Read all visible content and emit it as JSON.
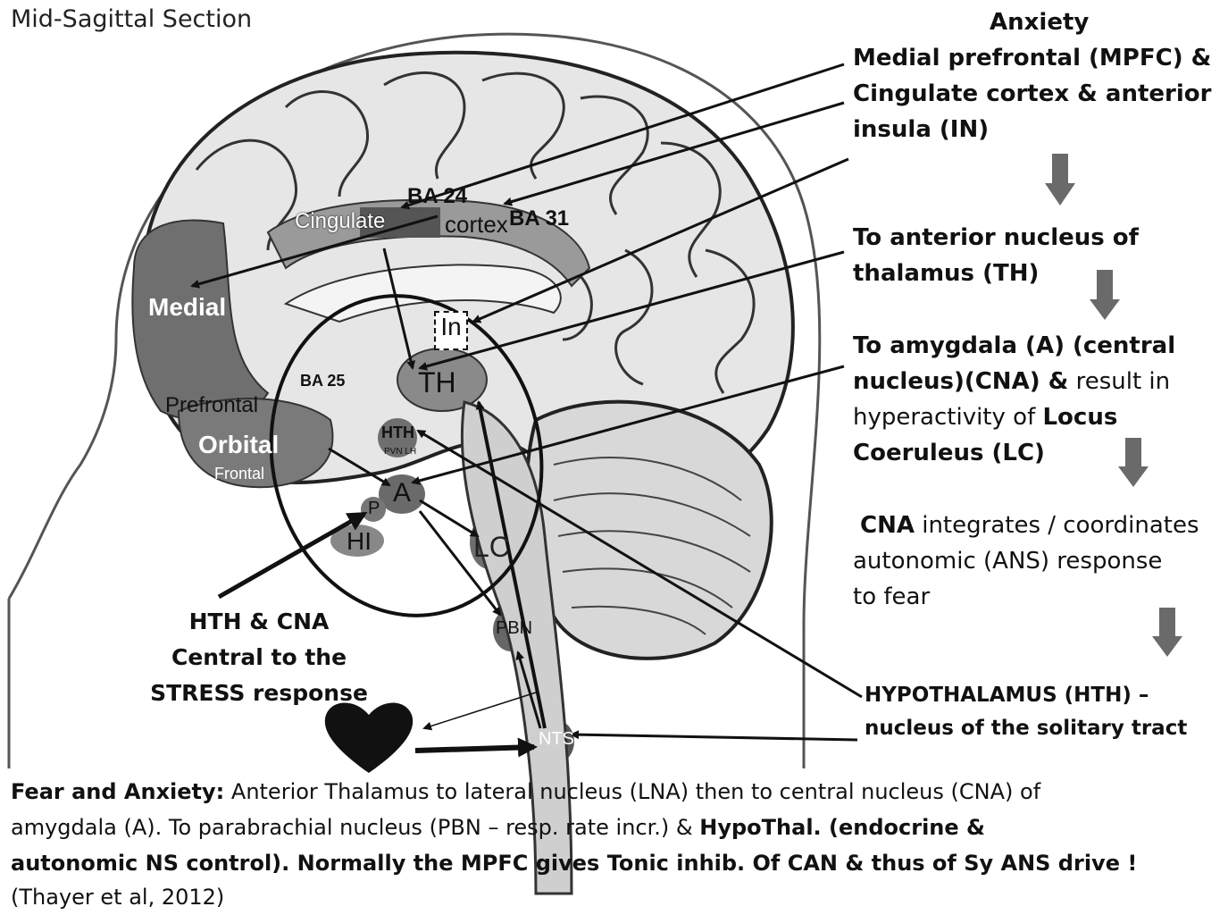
{
  "title": "Mid-Sagittal Section",
  "right_panel": {
    "heading": "Anxiety",
    "line1": "Medial prefrontal (MPFC)  &",
    "line2": "Cingulate cortex & anterior",
    "line3": "insula (IN)",
    "step2_line1": "To anterior nucleus of",
    "step2_line2": "thalamus (TH)",
    "step3_line1": "To amygdala (A)  (central",
    "step3_line2a": "nucleus)(CNA)  &",
    "step3_line2b": " result in",
    "step3_line3a": "hyperactivity of ",
    "step3_line3b": "Locus",
    "step3_line4": "Coeruleus (LC)",
    "step4_line1a": "CNA",
    "step4_line1b": " integrates / coordinates",
    "step4_line2": "autonomic (ANS)   response",
    "step4_line3": "to fear",
    "hth_line1": "HYPOTHALAMUS (HTH) –",
    "hth_line2": "nucleus of the solitary tract"
  },
  "left_callout": {
    "line1": "HTH & CNA",
    "line2": "Central to the",
    "line3": "STRESS response"
  },
  "brain_labels": {
    "cingulate": "Cingulate",
    "cortex": "cortex",
    "ba24": "BA 24",
    "ba31": "BA 31",
    "medial": "Medial",
    "prefrontal": "Prefrontal",
    "orbital": "Orbital",
    "frontal": "Frontal",
    "ba25": "BA 25",
    "in": "In",
    "th": "TH",
    "hth": "HTH",
    "pvn": "PVN  LH",
    "a": "A",
    "p": "P",
    "hi": "HI",
    "lc": "LC",
    "pbn": "PBN",
    "nts": "NTS"
  },
  "caption": {
    "line1_bold": "Fear and Anxiety:",
    "line1_rest": " Anterior Thalamus to lateral nucleus (LNA) then to central nucleus (CNA) of",
    "line2_rest": "amygdala (A).  To parabrachial nucleus (PBN – resp. rate incr.) & ",
    "line2_bold": "HypoThal. (endocrine &",
    "line3_bold": "autonomic NS control). Normally the MPFC  gives Tonic inhib. Of  CAN & thus of Sy ANS drive !",
    "line4": "(Thayer et al, 2012)"
  },
  "icons": [
    "heart-icon",
    "down-arrow-icon"
  ],
  "colors": {
    "brain_fill": "#e6e6e6",
    "cingulate_fill": "#9a9a9a",
    "prefrontal_fill": "#6f6f6f",
    "arrow_gray": "#6a6a6a"
  }
}
